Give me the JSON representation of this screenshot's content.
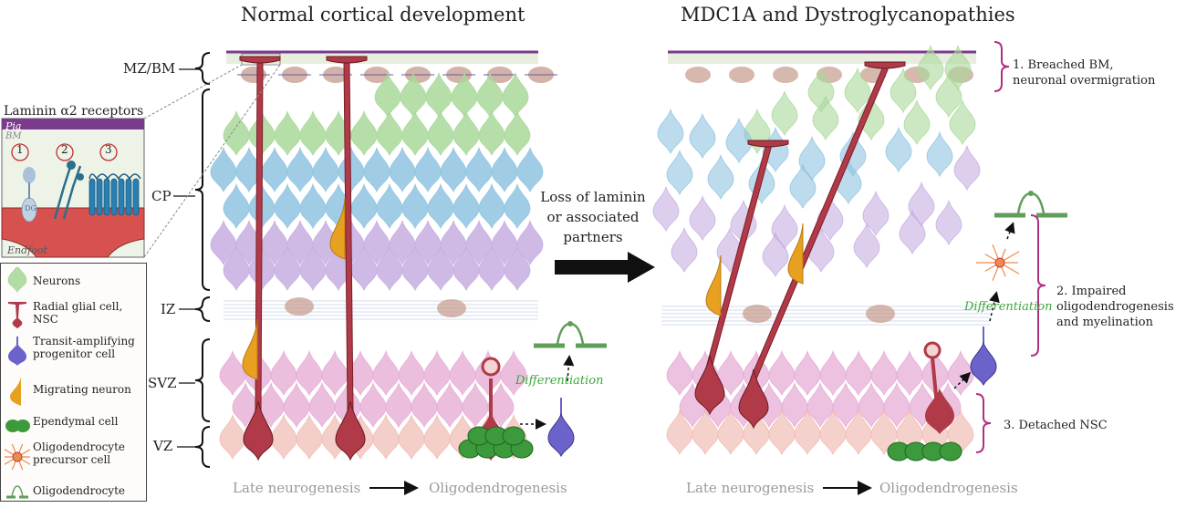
{
  "titles": {
    "normal": "Normal cortical development",
    "disease": "MDC1A and Dystroglycanopathies"
  },
  "zones": {
    "mzbm": "MZ/BM",
    "cp": "CP",
    "iz": "IZ",
    "svz": "SVZ",
    "vz": "VZ"
  },
  "inset": {
    "title": "Laminin α2 receptors",
    "pia": "Pia",
    "bm": "BM",
    "endfoot": "Endfoot",
    "receptor_numbers": [
      "1",
      "2",
      "3"
    ],
    "dg_label": "DG"
  },
  "legend": [
    {
      "icon": "neuron-icon",
      "label": "Neurons"
    },
    {
      "icon": "radial-glia-icon",
      "label": "Radial glial cell, NSC"
    },
    {
      "icon": "progenitor-icon",
      "label": "Transit-amplifying progenitor cell"
    },
    {
      "icon": "migrating-neuron-icon",
      "label": "Migrating neuron"
    },
    {
      "icon": "ependymal-icon",
      "label": "Ependymal cell"
    },
    {
      "icon": "opc-icon",
      "label": "Oligodendrocyte precursor cell"
    },
    {
      "icon": "oligodendrocyte-icon",
      "label": "Oligodendrocyte"
    }
  ],
  "middle_arrow": {
    "line1": "Loss of laminin",
    "line2": "or associated",
    "line3": "partners"
  },
  "differentiation": "Differentiation",
  "bottom": {
    "left_from": "Late neurogenesis",
    "left_to": "Oligodendrogenesis",
    "right_from": "Late neurogenesis",
    "right_to": "Oligodendrogenesis"
  },
  "annotations": {
    "a1_line1": "1. Breached BM,",
    "a1_line2": "neuronal overmigration",
    "a2_line1": "2. Impaired",
    "a2_line2": "oligodendrogenesis",
    "a2_line3": "and myelination",
    "a3": "3. Detached NSC"
  },
  "colors": {
    "neuron_green": "#a9d89a",
    "neuron_blue": "#8fc3e0",
    "neuron_purple": "#c5aee0",
    "neuron_pink": "#e4a8d3",
    "neuron_peach": "#f0b9b0",
    "radial_glia": "#b03a48",
    "migrating": "#e8a020",
    "progenitor": "#6b63c9",
    "ependymal": "#3c9a3c",
    "bm_purple": "#7b3b8c",
    "bracket_magenta": "#b0307e"
  }
}
